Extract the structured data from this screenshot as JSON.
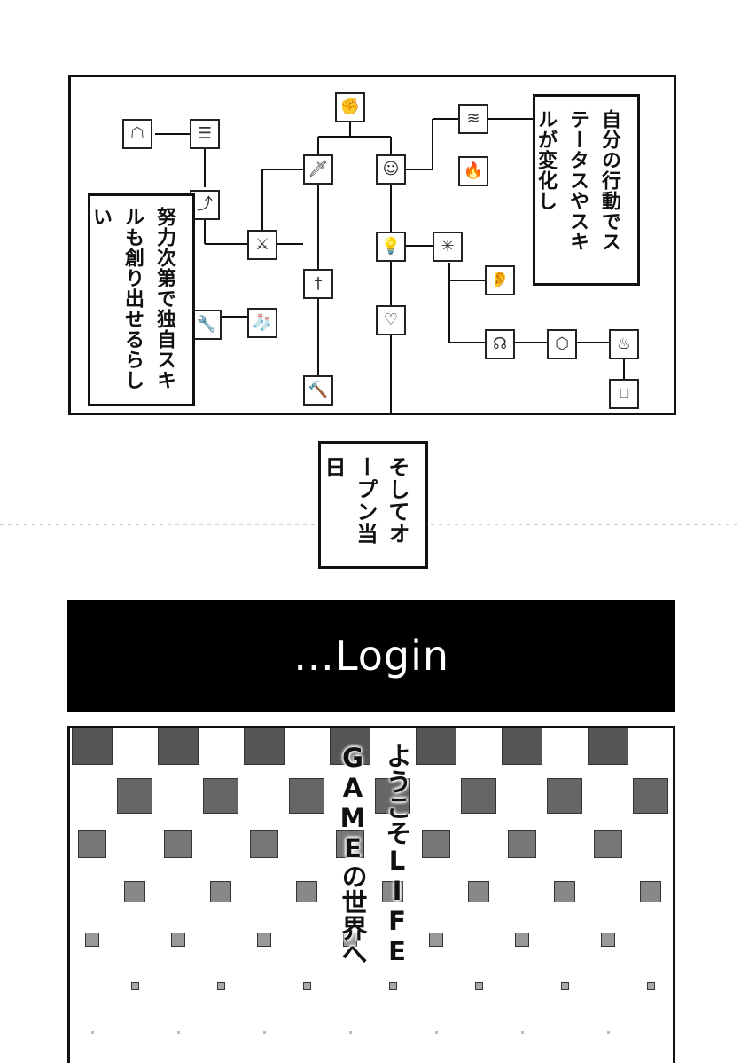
{
  "skill_tree": {
    "nodes": [
      {
        "icon": "fist-icon",
        "glyph": "✊"
      },
      {
        "icon": "hooded-figure-icon",
        "glyph": "☖"
      },
      {
        "icon": "scroll-icon",
        "glyph": "☰"
      },
      {
        "icon": "whip-icon",
        "glyph": "⤴"
      },
      {
        "icon": "twin-swords-icon",
        "glyph": "⚔"
      },
      {
        "icon": "wrench-icon",
        "glyph": "🔧"
      },
      {
        "icon": "sock-icon",
        "glyph": "🧦"
      },
      {
        "icon": "sword-icon",
        "glyph": "🗡"
      },
      {
        "icon": "greatsword-icon",
        "glyph": "†"
      },
      {
        "icon": "hammer-icon",
        "glyph": "🔨"
      },
      {
        "icon": "head-icon",
        "glyph": "☺"
      },
      {
        "icon": "wind-icon",
        "glyph": "≋"
      },
      {
        "icon": "fire-icon",
        "glyph": "🔥"
      },
      {
        "icon": "bulb-icon",
        "glyph": "💡"
      },
      {
        "icon": "heart-icon",
        "glyph": "♡"
      },
      {
        "icon": "sparkle-icon",
        "glyph": "✳"
      },
      {
        "icon": "ear-icon",
        "glyph": "👂"
      },
      {
        "icon": "wings-icon",
        "glyph": "☊"
      },
      {
        "icon": "octagon-icon",
        "glyph": "⬡"
      },
      {
        "icon": "steam-icon",
        "glyph": "♨"
      },
      {
        "icon": "bucket-icon",
        "glyph": "⊔"
      }
    ]
  },
  "caption_left": "努力次第で独自スキルも創り出せるらしい",
  "caption_right": "自分の行動でステータスやスキルが変化し",
  "caption_middle": "そしてオープン当日",
  "login_text": "…Login",
  "welcome_text": "ようこそLIFE GAMEの世界へ"
}
